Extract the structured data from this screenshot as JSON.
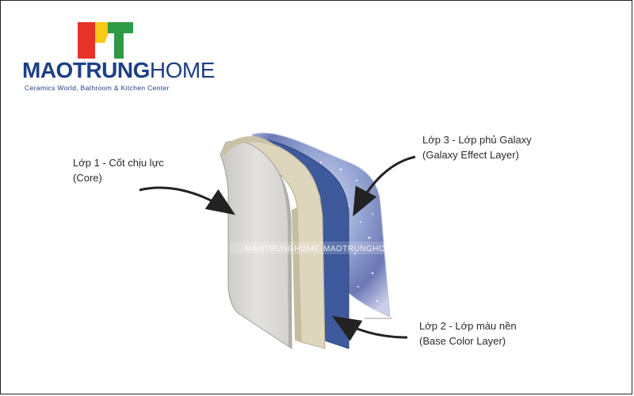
{
  "logo": {
    "word_bold": "MAOTRUNG",
    "word_light": "HOME",
    "tagline": "Ceramics World, Bathroom & Kitchen Center",
    "colors": {
      "red": "#e63228",
      "yellow": "#f7c815",
      "green": "#2e9b47",
      "blue": "#1d3f86"
    }
  },
  "layers": {
    "core": {
      "title": "Lớp 1 - Cốt chịu lực",
      "subtitle": "(Core)"
    },
    "galaxy": {
      "title": "Lớp 3 - Lớp phủ Galaxy",
      "subtitle": "(Galaxy Effect Layer)"
    },
    "base": {
      "title": "Lớp 2 - Lớp màu nền",
      "subtitle": "(Base Color Layer)"
    }
  },
  "watermark": {
    "text_1": "MAOTRUNGHOME",
    "text_2": "MAOTRUNGHOME"
  },
  "colors": {
    "core_face": "#d9d8d6",
    "core_edge": "#c6c4c0",
    "cream_layer": "#ddd6bd",
    "base_layer": "#3e5a9c",
    "galaxy_layer": "#8fa2cc"
  }
}
